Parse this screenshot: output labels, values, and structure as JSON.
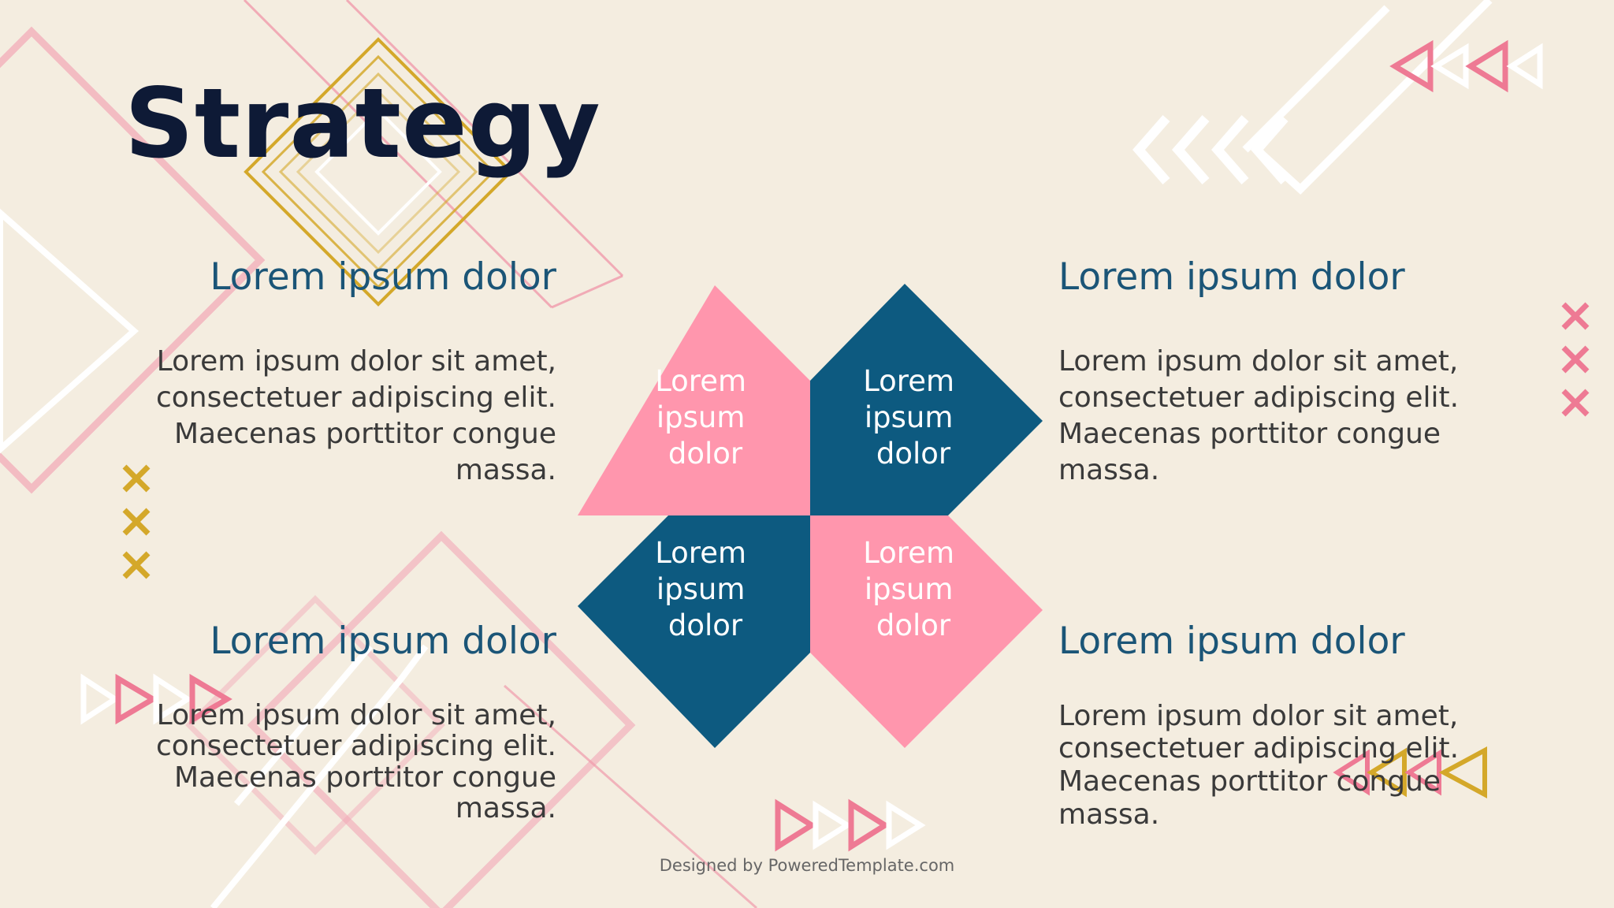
{
  "slide": {
    "title": "Strategy",
    "blocks": {
      "top_left": {
        "heading": "Lorem ipsum dolor",
        "body": "Lorem ipsum dolor sit amet, consectetuer adipiscing elit. Maecenas porttitor congue massa."
      },
      "top_right": {
        "heading": "Lorem ipsum dolor",
        "body": "Lorem ipsum dolor sit amet, consectetuer adipiscing elit. Maecenas porttitor congue massa."
      },
      "bottom_left": {
        "heading": "Lorem ipsum dolor",
        "body": "Lorem ipsum dolor sit amet, consectetuer adipiscing elit. Maecenas porttitor congue massa."
      },
      "bottom_right": {
        "heading": "Lorem ipsum dolor",
        "body": "Lorem ipsum dolor sit amet, consectetuer adipiscing elit. Maecenas porttitor congue massa."
      }
    },
    "quadrants": [
      {
        "label": [
          "Lorem",
          "ipsum",
          "dolor"
        ],
        "color": "#ff96ad"
      },
      {
        "label": [
          "Lorem",
          "ipsum",
          "dolor"
        ],
        "color": "#0d5a80"
      },
      {
        "label": [
          "Lorem",
          "ipsum",
          "dolor"
        ],
        "color": "#0d5a80"
      },
      {
        "label": [
          "Lorem",
          "ipsum",
          "dolor"
        ],
        "color": "#ff96ad"
      }
    ],
    "footer": "Designed by PoweredTemplate.com"
  },
  "colors": {
    "background": "#f4ede0",
    "title": "#0e1a36",
    "heading": "#1b5577",
    "body_text": "#3a3a3a",
    "pink": "#ff96ad",
    "navy": "#0d5a80",
    "gold": "#d4a82a",
    "white": "#ffffff"
  }
}
